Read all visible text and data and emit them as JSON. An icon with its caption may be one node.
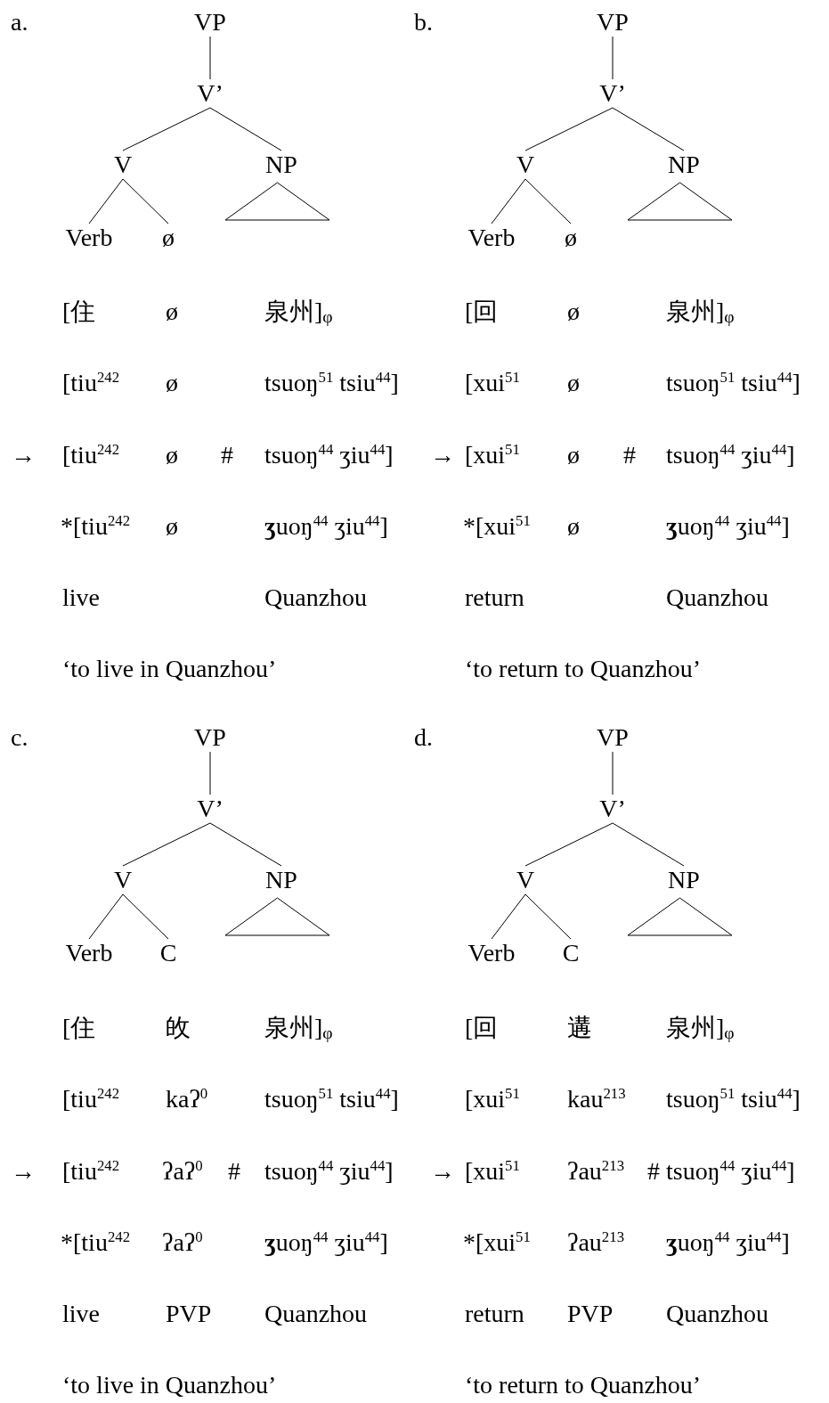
{
  "diagram": {
    "nodes": [
      {
        "text": [
          "VP"
        ]
      },
      {
        "text": [
          "V’"
        ]
      },
      {
        "text": [
          "V"
        ]
      },
      {
        "text": [
          "NP"
        ]
      },
      {
        "text": [
          "Verb"
        ]
      },
      {
        "text": [
          "ø"
        ]
      },
      {
        "text": [],
        "shape": "triangle"
      },
      {
        "text": [
          "VP"
        ]
      },
      {
        "text": [
          "V’"
        ]
      },
      {
        "text": [
          "V"
        ]
      },
      {
        "text": [
          "NP"
        ]
      },
      {
        "text": [
          "Verb"
        ]
      },
      {
        "text": [
          "ø"
        ]
      },
      {
        "text": [],
        "shape": "triangle"
      },
      {
        "text": [
          "VP"
        ]
      },
      {
        "text": [
          "V’"
        ]
      },
      {
        "text": [
          "V"
        ]
      },
      {
        "text": [
          "NP"
        ]
      },
      {
        "text": [
          "Verb"
        ]
      },
      {
        "text": [
          "C"
        ]
      },
      {
        "text": [],
        "shape": "triangle"
      },
      {
        "text": [
          "VP"
        ]
      },
      {
        "text": [
          "V’"
        ]
      },
      {
        "text": [
          "V"
        ]
      },
      {
        "text": [
          "NP"
        ]
      },
      {
        "text": [
          "Verb"
        ]
      },
      {
        "text": [
          "C"
        ]
      },
      {
        "text": [],
        "shape": "triangle"
      }
    ],
    "edges": [
      {
        "from": 0,
        "to": 1,
        "arrow": "none"
      },
      {
        "from": 1,
        "to": 2,
        "arrow": "none"
      },
      {
        "from": 1,
        "to": 3,
        "arrow": "none"
      },
      {
        "from": 2,
        "to": 4,
        "arrow": "none"
      },
      {
        "from": 2,
        "to": 5,
        "arrow": "none"
      },
      {
        "from": 7,
        "to": 8,
        "arrow": "none"
      },
      {
        "from": 8,
        "to": 9,
        "arrow": "none"
      },
      {
        "from": 8,
        "to": 10,
        "arrow": "none"
      },
      {
        "from": 9,
        "to": 11,
        "arrow": "none"
      },
      {
        "from": 9,
        "to": 12,
        "arrow": "none"
      },
      {
        "from": 14,
        "to": 15,
        "arrow": "none"
      },
      {
        "from": 15,
        "to": 16,
        "arrow": "none"
      },
      {
        "from": 15,
        "to": 17,
        "arrow": "none"
      },
      {
        "from": 16,
        "to": 18,
        "arrow": "none"
      },
      {
        "from": 16,
        "to": 19,
        "arrow": "none"
      },
      {
        "from": 21,
        "to": 22,
        "arrow": "none"
      },
      {
        "from": 22,
        "to": 23,
        "arrow": "none"
      },
      {
        "from": 22,
        "to": 24,
        "arrow": "none"
      },
      {
        "from": 23,
        "to": 25,
        "arrow": "none"
      },
      {
        "from": 23,
        "to": 26,
        "arrow": "none"
      }
    ],
    "labels": [
      "a.",
      "b.",
      "[住",
      "ø",
      "泉州]$_{φ}$",
      "[回",
      "ø",
      "泉州]$_{φ}$",
      "[tiu$^{242}$",
      "ø",
      "tsuoŋ$^{51}$ tsiu$^{44}$]",
      "[xui$^{51}$",
      "ø",
      "tsuoŋ$^{51}$ tsiu$^{44}$]",
      "→",
      "[tiu$^{242}$",
      "ø",
      "#",
      "tsuoŋ$^{44}$ ʒiu$^{44}$]",
      "→",
      "[xui$^{51}$",
      "ø",
      "#",
      "tsuoŋ$^{44}$ ʒiu$^{44}$]",
      "*[tiu$^{242}$",
      "ø",
      "**ʒ**uoŋ$^{44}$ ʒiu$^{44}$]",
      "*[xui$^{51}$",
      "ø",
      "**ʒ**uoŋ$^{44}$ ʒiu$^{44}$]",
      "live",
      "Quanzhou",
      "return",
      "Quanzhou",
      "‘to live in Quanzhou’",
      "‘to return to Quanzhou’",
      "c.",
      "d.",
      "[住",
      "敀",
      "泉州]$_{φ}$",
      "[回",
      "遘",
      "泉州]$_{φ}$",
      "[tiu$^{242}$",
      "kaʔ$^{0}$",
      "tsuoŋ$^{51}$ tsiu$^{44}$]",
      "[xui$^{51}$",
      "kau$^{213}$",
      "tsuoŋ$^{51}$ tsiu$^{44}$]",
      "→",
      "[tiu$^{242}$",
      "ʔaʔ$^{0}$",
      "#",
      "tsuoŋ$^{44}$ ʒiu$^{44}$]",
      "→",
      "[xui$^{51}$",
      "ʔau$^{213}$",
      "#",
      "tsuoŋ$^{44}$ ʒiu$^{44}$]",
      "*[tiu$^{242}$",
      "ʔaʔ$^{0}$",
      "**ʒ**uoŋ$^{44}$ ʒiu$^{44}$]",
      "*[xui$^{51}$",
      "ʔau$^{213}$",
      "**ʒ**uoŋ$^{44}$ ʒiu$^{44}$]",
      "live",
      "PVP",
      "Quanzhou",
      "return",
      "PVP",
      "Quanzhou",
      "‘to live in Quanzhou’",
      "‘to return to Quanzhou’"
    ]
  }
}
